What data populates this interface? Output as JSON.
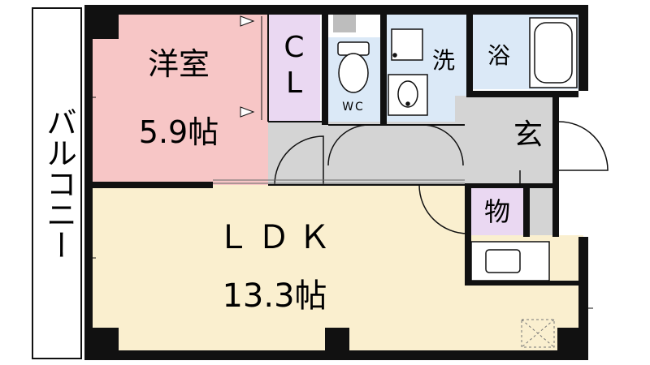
{
  "rooms": {
    "balcony": "バルコニー",
    "western_room": "洋室",
    "western_room_size": "5.9帖",
    "closet_line1": "C",
    "closet_line2": "L",
    "toilet": "WC",
    "washroom": "洗",
    "bathroom": "浴",
    "entrance": "玄",
    "storage": "物",
    "ldk": "ＬＤＫ",
    "ldk_size": "13.3帖"
  },
  "colors": {
    "wall": "#111111",
    "western_room": "#f7c6c6",
    "closet": "#ead8f2",
    "wet_area": "#dbe9f7",
    "corridor": "#d4d4d4",
    "ldk": "#faefcf",
    "storage": "#ead8f2",
    "balcony": "#ffffff"
  }
}
